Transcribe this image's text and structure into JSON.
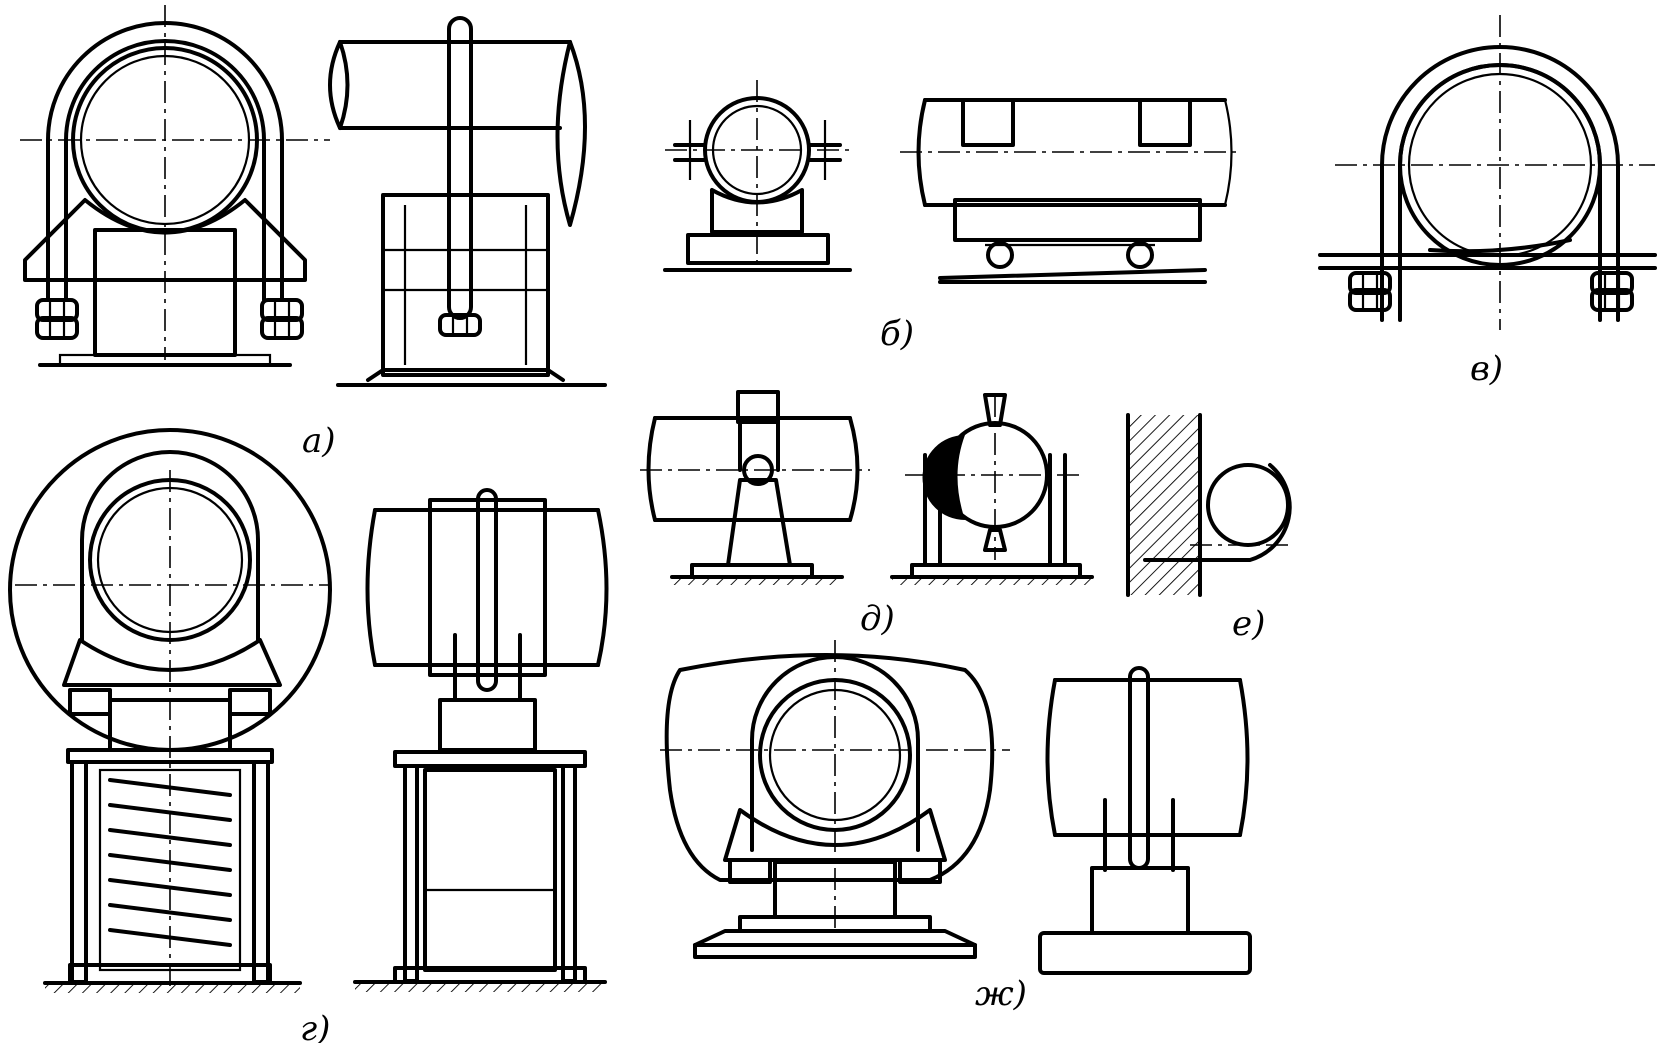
{
  "figure": {
    "labels": {
      "a": "а)",
      "b": "б)",
      "v": "в)",
      "g": "г)",
      "d": "д)",
      "e": "е)",
      "zh": "ж)"
    }
  }
}
